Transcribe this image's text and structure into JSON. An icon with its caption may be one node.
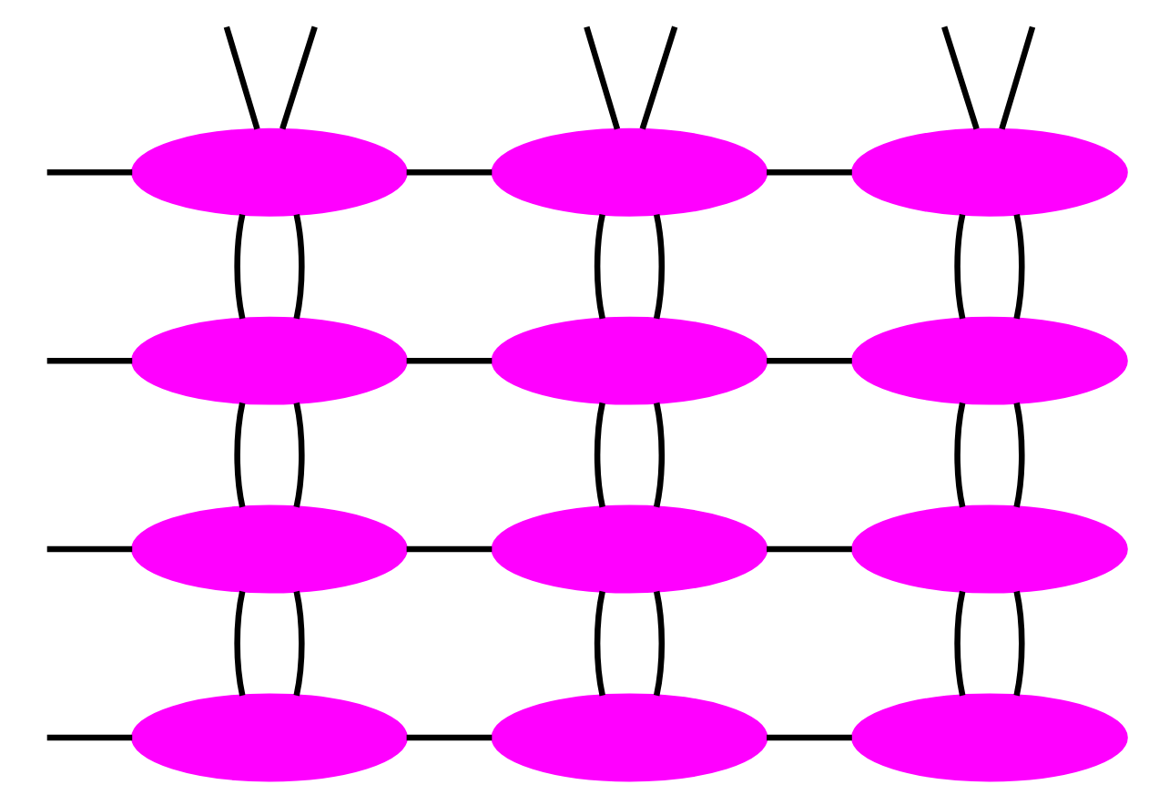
{
  "diagram": {
    "nodes": [
      {
        "text": [],
        "shape": "ellipse"
      },
      {
        "text": [],
        "shape": "ellipse"
      },
      {
        "text": [],
        "shape": "ellipse"
      },
      {
        "text": [],
        "shape": "ellipse"
      },
      {
        "text": [],
        "shape": "ellipse"
      },
      {
        "text": [],
        "shape": "ellipse"
      },
      {
        "text": [],
        "shape": "ellipse"
      },
      {
        "text": [],
        "shape": "ellipse"
      },
      {
        "text": [],
        "shape": "ellipse"
      },
      {
        "text": [],
        "shape": "ellipse"
      },
      {
        "text": [],
        "shape": "ellipse"
      },
      {
        "text": [],
        "shape": "ellipse"
      }
    ],
    "edges": [
      {
        "from": 0,
        "to": 1,
        "arrow": "none"
      },
      {
        "from": 1,
        "to": 2,
        "arrow": "none"
      },
      {
        "from": 3,
        "to": 4,
        "arrow": "none"
      },
      {
        "from": 4,
        "to": 5,
        "arrow": "none"
      },
      {
        "from": 6,
        "to": 7,
        "arrow": "none"
      },
      {
        "from": 7,
        "to": 8,
        "arrow": "none"
      },
      {
        "from": 9,
        "to": 10,
        "arrow": "none"
      },
      {
        "from": 10,
        "to": 11,
        "arrow": "none"
      },
      {
        "from": 0,
        "to": 3,
        "arrow": "none"
      },
      {
        "from": 0,
        "to": 3,
        "arrow": "none"
      },
      {
        "from": 1,
        "to": 4,
        "arrow": "none"
      },
      {
        "from": 1,
        "to": 4,
        "arrow": "none"
      },
      {
        "from": 2,
        "to": 5,
        "arrow": "none"
      },
      {
        "from": 2,
        "to": 5,
        "arrow": "none"
      },
      {
        "from": 3,
        "to": 6,
        "arrow": "none"
      },
      {
        "from": 3,
        "to": 6,
        "arrow": "none"
      },
      {
        "from": 4,
        "to": 7,
        "arrow": "none"
      },
      {
        "from": 4,
        "to": 7,
        "arrow": "none"
      },
      {
        "from": 5,
        "to": 8,
        "arrow": "none"
      },
      {
        "from": 5,
        "to": 8,
        "arrow": "none"
      },
      {
        "from": 6,
        "to": 9,
        "arrow": "none"
      },
      {
        "from": 6,
        "to": 9,
        "arrow": "none"
      },
      {
        "from": 7,
        "to": 10,
        "arrow": "none"
      },
      {
        "from": 7,
        "to": 10,
        "arrow": "none"
      },
      {
        "from": 8,
        "to": 11,
        "arrow": "none"
      },
      {
        "from": 8,
        "to": 11,
        "arrow": "none"
      },
      {
        "from": null,
        "to": 0,
        "arrow": "none"
      },
      {
        "from": null,
        "to": 3,
        "arrow": "none"
      },
      {
        "from": null,
        "to": 6,
        "arrow": "none"
      },
      {
        "from": null,
        "to": 9,
        "arrow": "none"
      },
      {
        "from": null,
        "to": 0,
        "arrow": "none"
      },
      {
        "from": null,
        "to": 0,
        "arrow": "none"
      },
      {
        "from": null,
        "to": 1,
        "arrow": "none"
      },
      {
        "from": null,
        "to": 1,
        "arrow": "none"
      },
      {
        "from": null,
        "to": 2,
        "arrow": "none"
      },
      {
        "from": null,
        "to": 2,
        "arrow": "none"
      }
    ]
  }
}
